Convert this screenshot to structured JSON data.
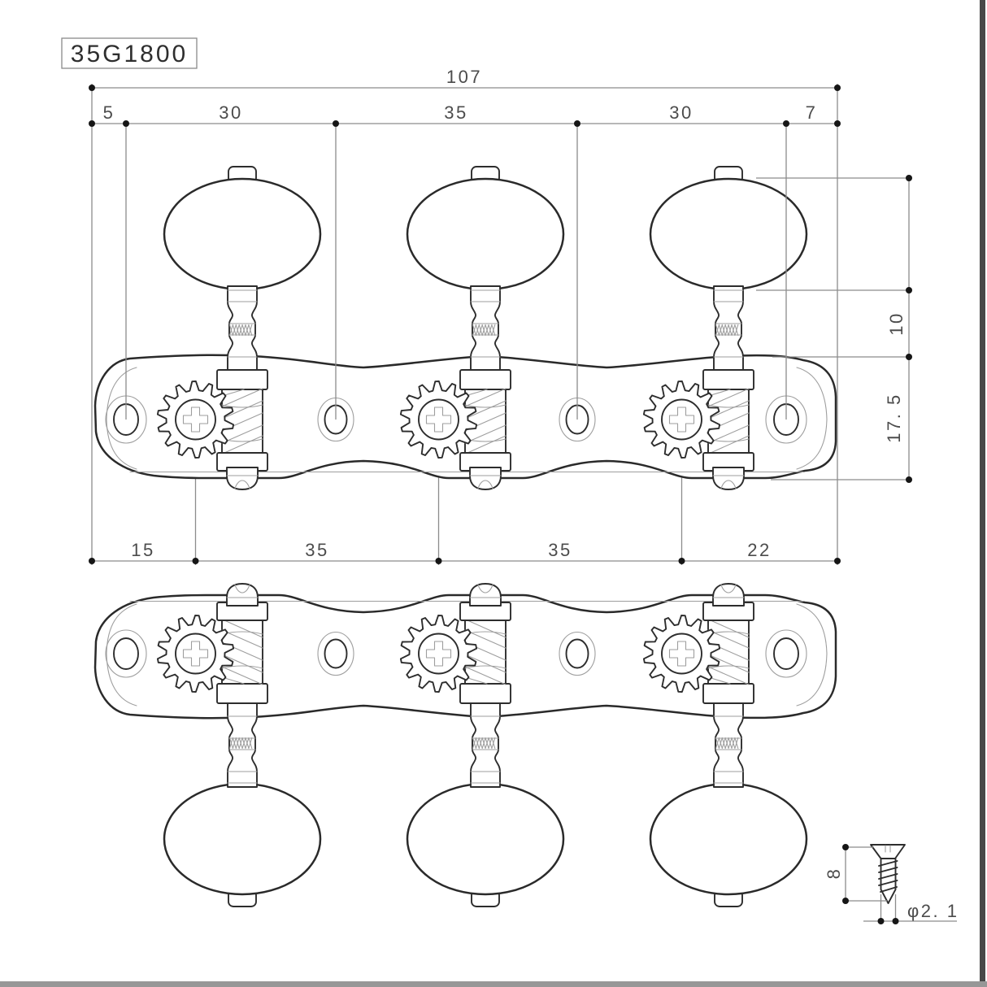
{
  "part": {
    "model_number": "35G1800"
  },
  "dimensions": {
    "overall_width": "107",
    "top_row": [
      "5",
      "30",
      "35",
      "30",
      "7"
    ],
    "bottom_row": [
      "15",
      "35",
      "35",
      "22"
    ],
    "side_vertical": [
      "10",
      "17. 5"
    ],
    "screw": {
      "length": "8",
      "diameter": "φ2. 1"
    }
  }
}
